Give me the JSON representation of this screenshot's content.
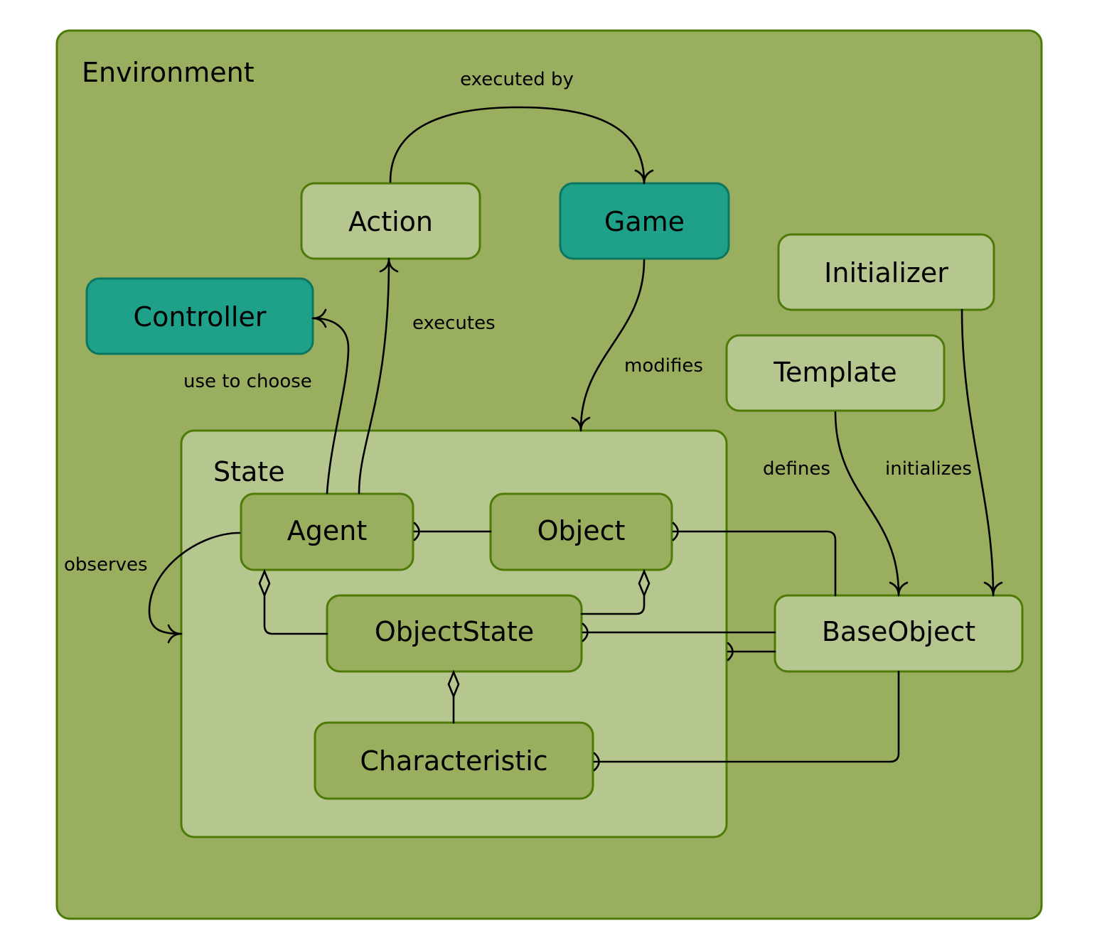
{
  "colors": {
    "environment_fill": "#99ae5f",
    "environment_stroke": "#4e7a07",
    "state_fill": "#b5c78f",
    "node_light": "#b5c78f",
    "node_dark": "#99ae5f",
    "node_teal": "#1fa189",
    "teal_stroke": "#0b7760",
    "edge": "#000000"
  },
  "groups": {
    "environment": "Environment",
    "state": "State"
  },
  "nodes": {
    "action": "Action",
    "game": "Game",
    "controller": "Controller",
    "initializer": "Initializer",
    "template": "Template",
    "agent": "Agent",
    "object": "Object",
    "object_state": "ObjectState",
    "characteristic": "Characteristic",
    "base_object": "BaseObject"
  },
  "edges": {
    "executed_by": "executed by",
    "executes": "executes",
    "use_to_choose": "use to choose",
    "modifies": "modifies",
    "defines": "defines",
    "initializes": "initializes",
    "observes": "observes"
  }
}
